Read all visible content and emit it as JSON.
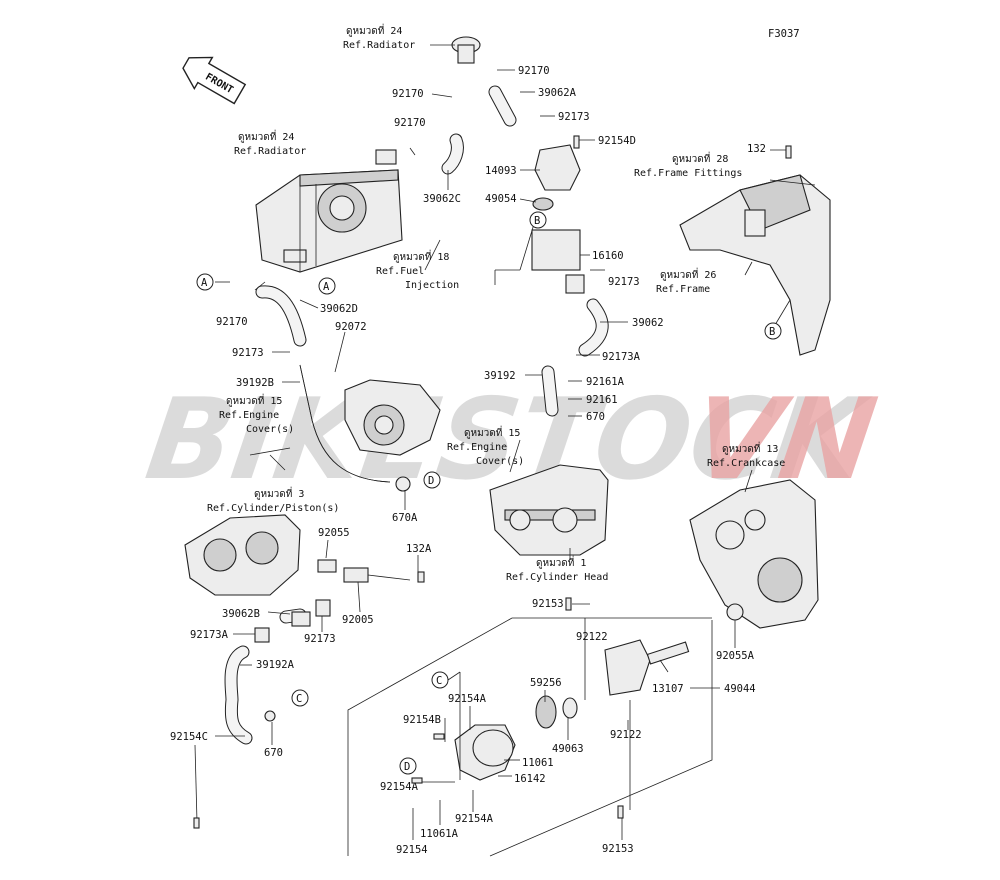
{
  "diagram_code": "F3037",
  "front_arrow_label": "FRONT",
  "watermark": {
    "part1": "BIKESTOCK",
    "part2": "VN",
    "color1": "#cfcfcf",
    "color2": "#e9a3a3"
  },
  "refs": {
    "radiator_top": [
      "ดูหมวดที่ 24",
      "Ref.Radiator"
    ],
    "radiator_left": [
      "ดูหมวดที่ 24",
      "Ref.Radiator"
    ],
    "frame_fittings": [
      "ดูหมวดที่ 28",
      "Ref.Frame Fittings"
    ],
    "fuel_injection": [
      "ดูหมวดที่ 18",
      "Ref.Fuel",
      "Injection"
    ],
    "frame": [
      "ดูหมวดที่ 26",
      "Ref.Frame"
    ],
    "engine_cover_left": [
      "ดูหมวดที่ 15",
      "Ref.Engine",
      "Cover(s)"
    ],
    "engine_cover_mid": [
      "ดูหมวดที่ 15",
      "Ref.Engine",
      "Cover(s)"
    ],
    "crankcase": [
      "ดูหมวดที่ 13",
      "Ref.Crankcase"
    ],
    "cylinder_piston": [
      "ดูหมวดที่ 3",
      "Ref.Cylinder/Piston(s)"
    ],
    "cylinder_head": [
      "ดูหมวดที่ 1",
      "Ref.Cylinder Head"
    ]
  },
  "parts": [
    "92170",
    "39062A",
    "92170",
    "92173",
    "92170",
    "92154D",
    "14093",
    "39062C",
    "132",
    "49054",
    "16160",
    "92170",
    "39062D",
    "92173",
    "92072",
    "39062",
    "92173",
    "39192B",
    "92173A",
    "39192",
    "92161A",
    "92161",
    "670",
    "670A",
    "92055",
    "132A",
    "92005",
    "39062B",
    "92173",
    "92173A",
    "39192A",
    "92154C",
    "670",
    "92153",
    "92122",
    "92055A",
    "13107",
    "59256",
    "49044",
    "92154A",
    "92154B",
    "49063",
    "92122",
    "11061",
    "16142",
    "92154A",
    "92154A",
    "11061A",
    "92154",
    "92153"
  ],
  "callouts": [
    "A",
    "A",
    "B",
    "B",
    "C",
    "C",
    "D",
    "D"
  ]
}
